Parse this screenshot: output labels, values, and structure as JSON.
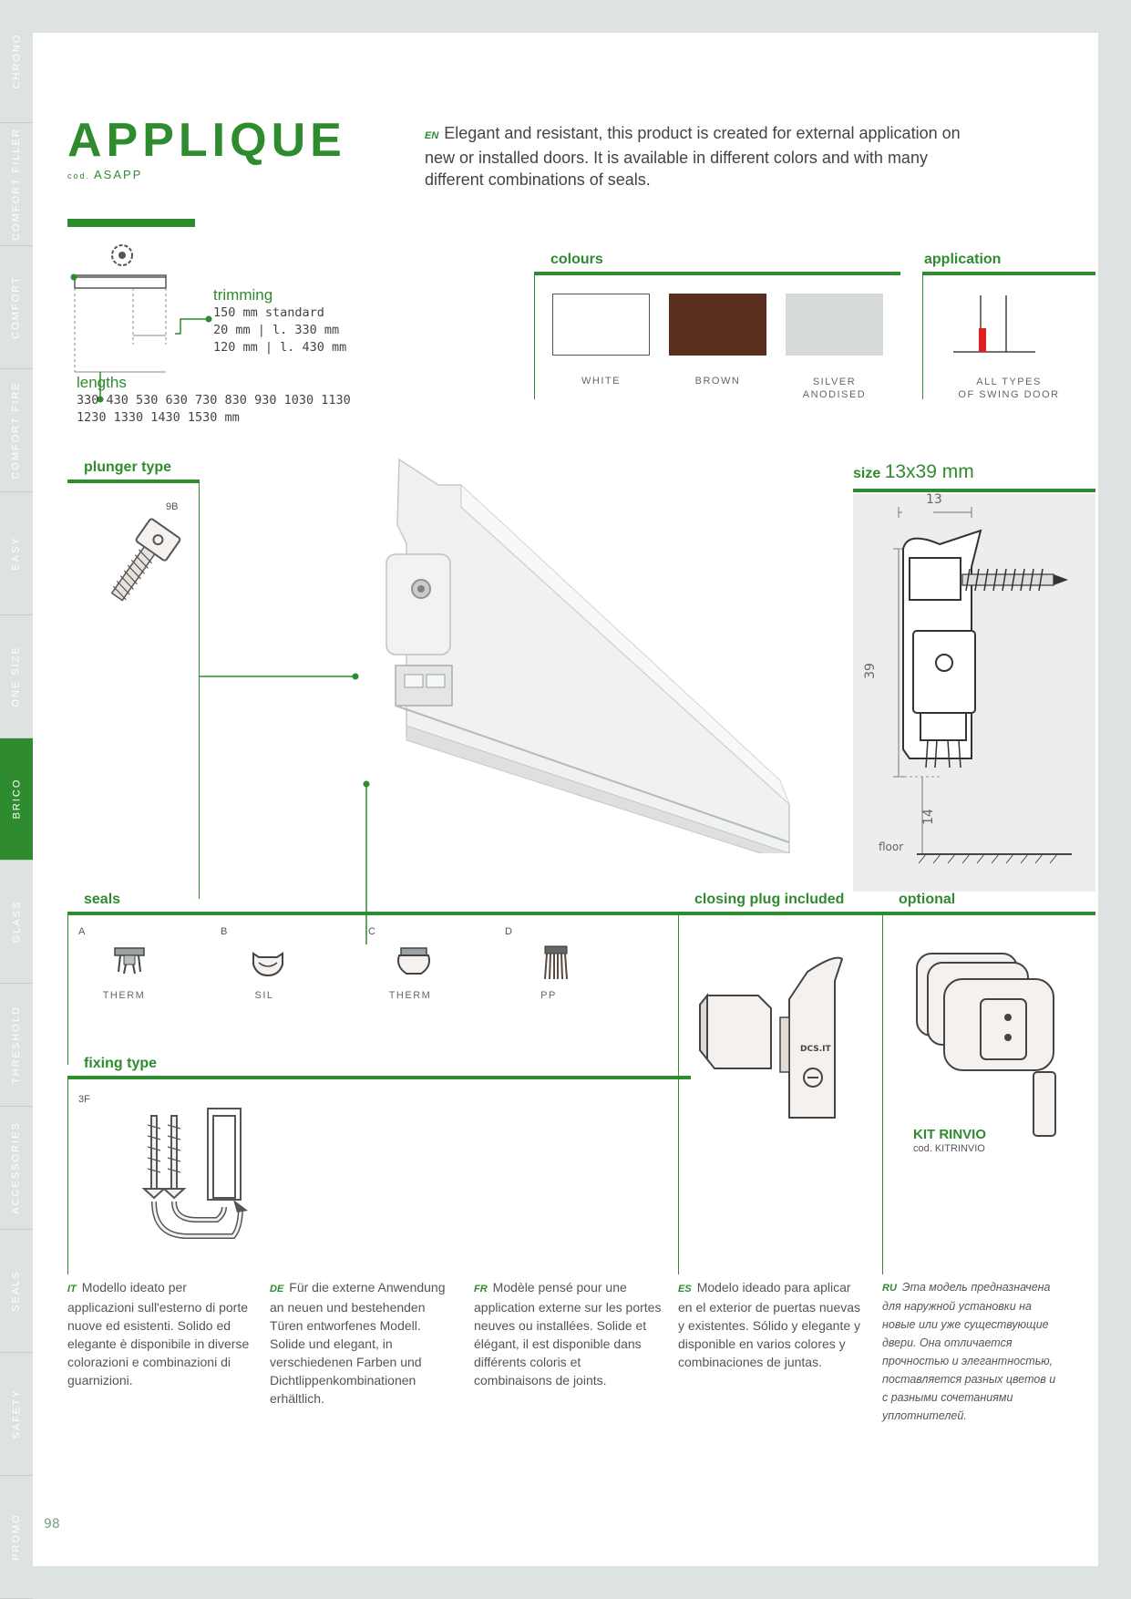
{
  "sidebar": {
    "tabs": [
      "CHRONO",
      "COMFORT FILLER",
      "COMFORT",
      "COMFORT FIRE",
      "EASY",
      "ONE SIZE",
      "BRICO",
      "GLASS",
      "THRESHOLD",
      "ACCESSORIES",
      "SEALS",
      "SAFETY",
      "PROMO"
    ],
    "active": "BRICO"
  },
  "product": {
    "title": "APPLIQUE",
    "code_prefix": "cod.",
    "code": "ASAPP"
  },
  "description_en": {
    "lang": "EN",
    "text": "Elegant and resistant, this product is created for external application on new or installed doors. It is available in different colors and with many different combinations of seals."
  },
  "trimming": {
    "label": "trimming",
    "lines": [
      "150 mm standard",
      "20 mm | l. 330 mm",
      "120 mm | l. 430 mm"
    ]
  },
  "lengths": {
    "label": "lengths",
    "lines": [
      "330 430 530 630 730 830 930 1030 1130",
      "1230 1330 1430 1530 mm"
    ]
  },
  "colours": {
    "header": "colours",
    "items": [
      {
        "name": "WHITE",
        "color": "#ffffff"
      },
      {
        "name": "BROWN",
        "color": "#5a2e1e"
      },
      {
        "name": "SILVER",
        "name2": "ANODISED",
        "color": "#d6dad9"
      }
    ]
  },
  "application": {
    "header": "application",
    "line1": "ALL TYPES",
    "line2": "OF SWING DOOR"
  },
  "plunger": {
    "header": "plunger type",
    "code": "9B"
  },
  "size": {
    "label": "size",
    "value": "13x39 mm",
    "dim_w": "13",
    "dim_h": "39",
    "dim_gap": "14",
    "floor": "floor"
  },
  "seals": {
    "header": "seals",
    "items": [
      {
        "letter": "A",
        "name": "THERM"
      },
      {
        "letter": "B",
        "name": "SIL"
      },
      {
        "letter": "C",
        "name": "THERM"
      },
      {
        "letter": "D",
        "name": "PP"
      }
    ]
  },
  "fixing": {
    "header": "fixing type",
    "code": "3F"
  },
  "closing_plug": {
    "header": "closing plug included",
    "mark": "DCS.IT"
  },
  "optional": {
    "header": "optional",
    "kit_name": "KIT RINVIO",
    "kit_code": "cod. KITRINVIO"
  },
  "descriptions": [
    {
      "lang": "IT",
      "text": "Modello ideato per applicazioni sull'esterno di porte nuove ed esistenti. Solido ed elegante è disponibile in diverse colorazioni e combinazioni di guarnizioni."
    },
    {
      "lang": "DE",
      "text": "Für die externe Anwendung an neuen und bestehenden Türen entworfenes Modell. Solide und elegant, in verschiedenen Farben und Dichtlippenkombinationen erhältlich."
    },
    {
      "lang": "FR",
      "text": "Modèle pensé pour une application externe sur les portes neuves ou installées. Solide et élégant, il est disponible dans différents coloris et combinaisons de joints."
    },
    {
      "lang": "ES",
      "text": "Modelo ideado para aplicar en el exterior de puertas nuevas y existentes. Sólido y elegante y disponible en varios colores y combinaciones de juntas."
    },
    {
      "lang": "RU",
      "text": "Эта модель предназначена для наружной установки на новые или уже существующие двери. Она отличается прочностью и элегантностью, поставляется разных цветов и с разными сочетаниями уплотнителей."
    }
  ],
  "page_number": "98"
}
